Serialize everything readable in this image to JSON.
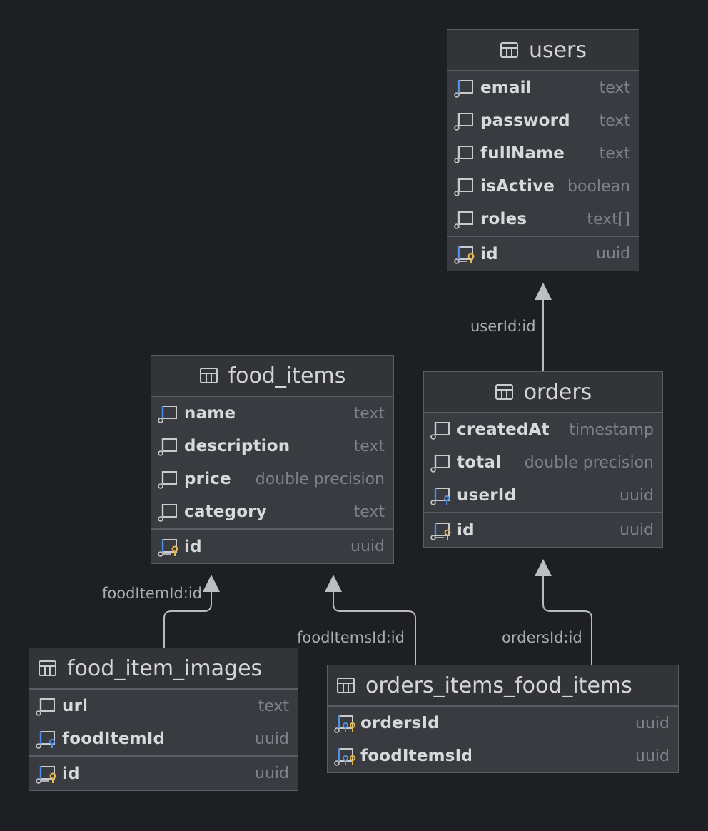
{
  "colors": {
    "background": "#1e1f22",
    "table_bg": "#393b40",
    "header_bg": "#333437",
    "border": "#5a5d63",
    "column_text": "#d7d9dd",
    "type_text": "#7e8187",
    "edge": "#b8babe",
    "pk_key": "#e8b842",
    "fk_key": "#4f8fe6"
  },
  "tables": {
    "users": {
      "name": "users",
      "columns": [
        {
          "name": "email",
          "type": "text",
          "icon": "column-unique-icon"
        },
        {
          "name": "password",
          "type": "text",
          "icon": "column-icon"
        },
        {
          "name": "fullName",
          "type": "text",
          "icon": "column-icon"
        },
        {
          "name": "isActive",
          "type": "boolean",
          "icon": "column-icon"
        },
        {
          "name": "roles",
          "type": "text[]",
          "icon": "column-icon"
        }
      ],
      "pk": {
        "name": "id",
        "type": "uuid",
        "icon": "primary-key-icon"
      }
    },
    "food_items": {
      "name": "food_items",
      "columns": [
        {
          "name": "name",
          "type": "text",
          "icon": "column-unique-icon"
        },
        {
          "name": "description",
          "type": "text",
          "icon": "column-icon"
        },
        {
          "name": "price",
          "type": "double precision",
          "icon": "column-icon"
        },
        {
          "name": "category",
          "type": "text",
          "icon": "column-icon"
        }
      ],
      "pk": {
        "name": "id",
        "type": "uuid",
        "icon": "primary-key-icon"
      }
    },
    "orders": {
      "name": "orders",
      "columns": [
        {
          "name": "createdAt",
          "type": "timestamp",
          "icon": "column-icon"
        },
        {
          "name": "total",
          "type": "double precision",
          "icon": "column-icon"
        },
        {
          "name": "userId",
          "type": "uuid",
          "icon": "foreign-key-icon"
        }
      ],
      "pk": {
        "name": "id",
        "type": "uuid",
        "icon": "primary-key-icon"
      }
    },
    "food_item_images": {
      "name": "food_item_images",
      "columns": [
        {
          "name": "url",
          "type": "text",
          "icon": "column-icon"
        },
        {
          "name": "foodItemId",
          "type": "uuid",
          "icon": "foreign-key-icon"
        }
      ],
      "pk": {
        "name": "id",
        "type": "uuid",
        "icon": "primary-key-icon"
      }
    },
    "orders_items_food_items": {
      "name": "orders_items_food_items",
      "columns": [
        {
          "name": "ordersId",
          "type": "uuid",
          "icon": "composite-key-icon"
        },
        {
          "name": "foodItemsId",
          "type": "uuid",
          "icon": "composite-key-icon"
        }
      ]
    }
  },
  "relations": [
    {
      "label": "userId:id",
      "from": "orders",
      "to": "users"
    },
    {
      "label": "foodItemId:id",
      "from": "food_item_images",
      "to": "food_items"
    },
    {
      "label": "foodItemsId:id",
      "from": "orders_items_food_items",
      "to": "food_items"
    },
    {
      "label": "ordersId:id",
      "from": "orders_items_food_items",
      "to": "orders"
    }
  ]
}
